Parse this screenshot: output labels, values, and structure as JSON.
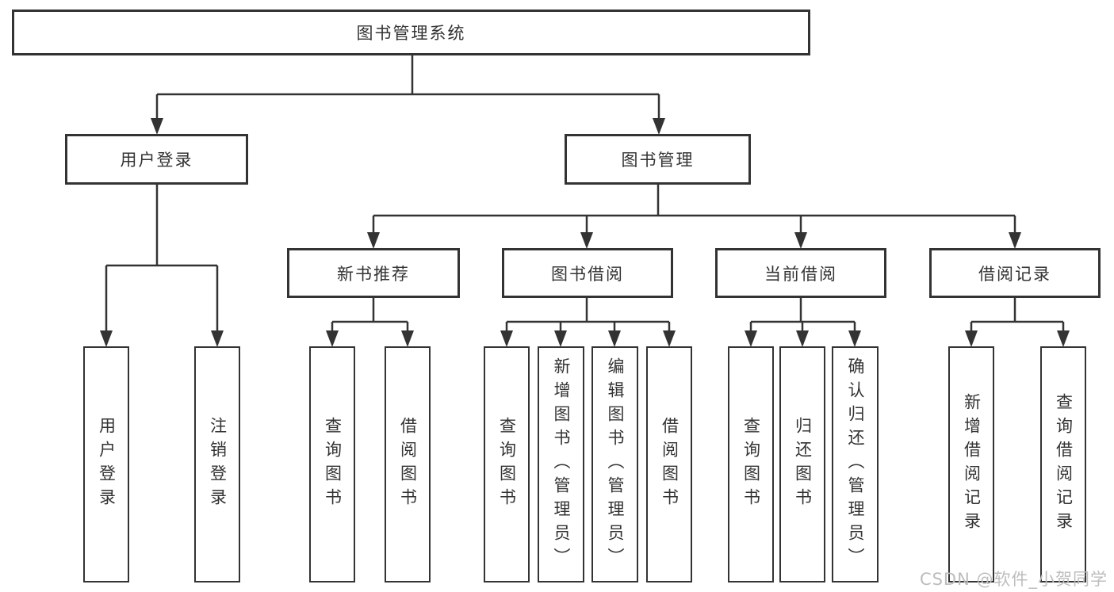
{
  "tree": {
    "label": "图书管理系统",
    "children": [
      {
        "label": "用户登录",
        "children": [
          {
            "label": "用户登录"
          },
          {
            "label": "注销登录"
          }
        ]
      },
      {
        "label": "图书管理",
        "children": [
          {
            "label": "新书推荐",
            "children": [
              {
                "label": "查询图书"
              },
              {
                "label": "借阅图书"
              }
            ]
          },
          {
            "label": "图书借阅",
            "children": [
              {
                "label": "查询图书"
              },
              {
                "label": "新增图书（管理员）"
              },
              {
                "label": "编辑图书（管理员）"
              },
              {
                "label": "借阅图书"
              }
            ]
          },
          {
            "label": "当前借阅",
            "children": [
              {
                "label": "查询图书"
              },
              {
                "label": "归还图书"
              },
              {
                "label": "确认归还（管理员）"
              }
            ]
          },
          {
            "label": "借阅记录",
            "children": [
              {
                "label": "新增借阅记录"
              },
              {
                "label": "查询借阅记录"
              }
            ]
          }
        ]
      }
    ]
  },
  "watermark": {
    "text": "CSDN @软件_小贺同学"
  },
  "colors": {
    "line": "#333333",
    "box_fill": "#ffffff",
    "text": "#333333",
    "watermark": "#bdbdbd"
  }
}
